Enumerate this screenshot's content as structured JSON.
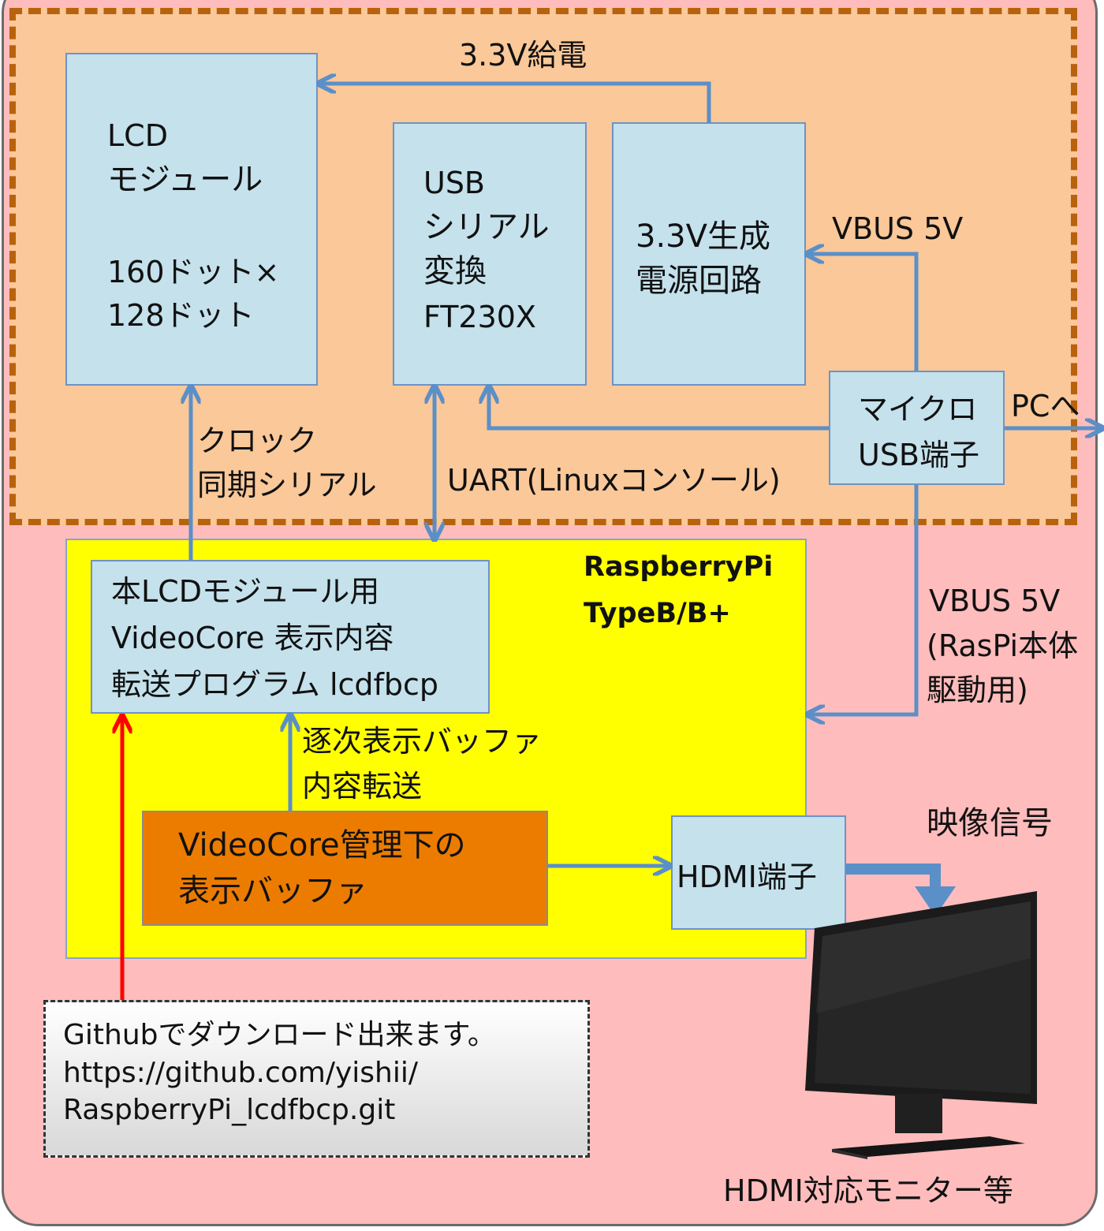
{
  "lcd_module": {
    "line1": "LCD",
    "line2": "モジュール",
    "line3": "160ドット×",
    "line4": "128ドット"
  },
  "usb_serial": {
    "line1": "USB",
    "line2": "シリアル",
    "line3": "変換",
    "line4": "FT230X"
  },
  "power_circuit": {
    "line1": "3.3V生成",
    "line2": "電源回路"
  },
  "micro_usb": {
    "line1": "マイクロ",
    "line2": "USB端子"
  },
  "raspberrypi": {
    "line1": "RaspberryPi",
    "line2": "TypeB/B+"
  },
  "program_box": {
    "line1": "本LCDモジュール用",
    "line2": "VideoCore 表示内容",
    "line3": "転送プログラム lcdfbcp"
  },
  "display_buffer": {
    "line1": "VideoCore管理下の",
    "line2": "表示バッファ"
  },
  "hdmi_port": {
    "label": "HDMI端子"
  },
  "labels": {
    "power_feed": "3.3V給電",
    "vbus_top": "VBUS 5V",
    "to_pc": "PCへ",
    "clock_line1": "クロック",
    "clock_line2": "同期シリアル",
    "uart": "UART(Linuxコンソール)",
    "vbus_bottom1": "VBUS 5V",
    "vbus_bottom2": "(RasPi本体",
    "vbus_bottom3": "駆動用)",
    "transfer_line1": "逐次表示バッファ",
    "transfer_line2": "内容転送",
    "video_signal": "映像信号",
    "monitor": "HDMI対応モニター等"
  },
  "github_note": {
    "line1": "Githubでダウンロード出来ます。",
    "line2": "https://github.com/yishii/",
    "line3": "RaspberryPi_lcdfbcp.git"
  },
  "colors": {
    "outer_bg": "#ffbcbc",
    "region_bg": "#fac899",
    "region_border": "#b8620e",
    "raspberrypi_bg": "#ffff00",
    "box_fill": "#c4e1ec",
    "buffer_fill": "#ec7c00",
    "arrow": "#5b8fc8",
    "red_arrow": "#ff0000"
  }
}
